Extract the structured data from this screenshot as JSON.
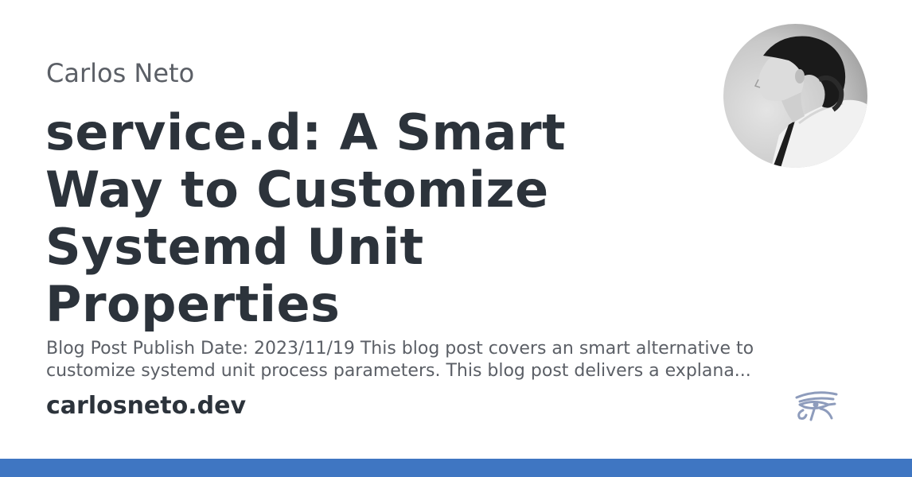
{
  "card": {
    "author": "Carlos Neto",
    "title": "service.d: A Smart Way to Customize Systemd Unit Properties",
    "description": "Blog Post Publish Date: 2023/11/19 This blog post covers an smart alternative to customize systemd unit process parameters. This blog post delivers a explana...",
    "site": "carlosneto.dev"
  },
  "icons": {
    "logo": "eye-of-horus-icon",
    "avatar": "author-portrait"
  },
  "colors": {
    "accent_bar": "#3f76c2",
    "logo": "#8e9cbc",
    "title": "#2c333b",
    "muted_text": "#5b5f66"
  }
}
